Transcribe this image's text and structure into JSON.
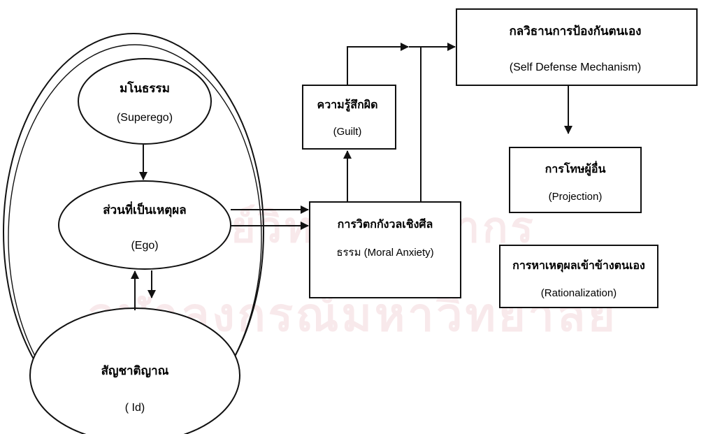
{
  "watermark": {
    "line1": "ศูนย์วิทยทรัพยากร",
    "line2": "จุฬาลงกรณ์มหาวิทยาลัย"
  },
  "nodes": {
    "superego": {
      "thai": "มโนธรรม",
      "english": "(Superego)"
    },
    "ego": {
      "thai": "ส่วนที่เป็นเหตุผล",
      "english": "(Ego)"
    },
    "id": {
      "thai": "สัญชาติญาณ",
      "english": "( Id)"
    },
    "guilt": {
      "thai": "ความรู้สึกผิด",
      "english": "(Guilt)"
    },
    "moral_anxiety": {
      "thai": "การวิตกกังวลเชิงศีล",
      "line2": "ธรรม (Moral Anxiety)"
    },
    "self_defense": {
      "thai": "กลวิธานการป้องกันตนเอง",
      "english": "(Self Defense Mechanism)"
    },
    "projection": {
      "thai": "การโทษผู้อื่น",
      "english": "(Projection)"
    },
    "rationalization": {
      "thai": "การหาเหตุผลเข้าข้างตนเอง",
      "english": "(Rationalization)"
    }
  }
}
